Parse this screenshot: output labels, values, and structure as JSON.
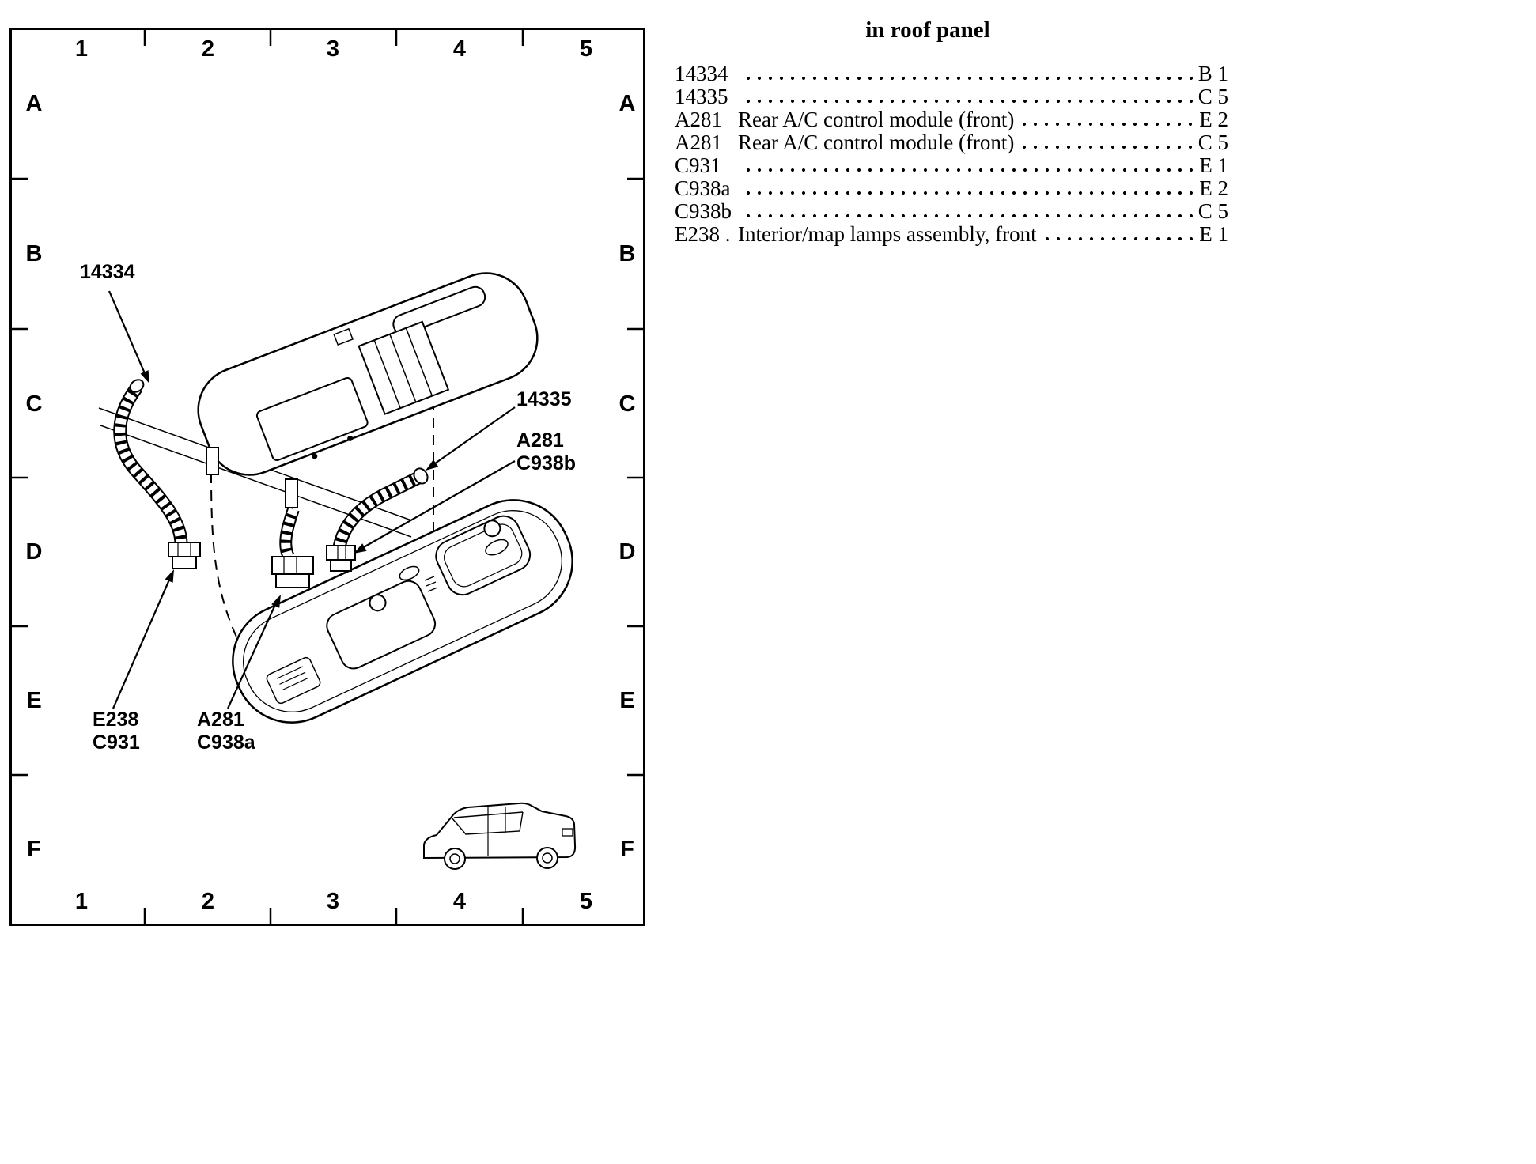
{
  "colors": {
    "ink": "#000000",
    "paper": "#ffffff"
  },
  "grid": {
    "columns": [
      "1",
      "2",
      "3",
      "4",
      "5"
    ],
    "rows": [
      "A",
      "B",
      "C",
      "D",
      "E",
      "F"
    ]
  },
  "callouts": {
    "c14334": "14334",
    "c14335": "14335",
    "a281b": [
      "A281",
      "C938b"
    ],
    "e238": [
      "E238",
      "C931"
    ],
    "a281a": [
      "A281",
      "C938a"
    ]
  },
  "legend": {
    "title": "in roof panel",
    "items": [
      {
        "code": "14334",
        "desc": "",
        "ref": "B 1"
      },
      {
        "code": "14335",
        "desc": "",
        "ref": "C 5"
      },
      {
        "code": "A281",
        "desc": "Rear A/C control module (front)",
        "ref": "E 2"
      },
      {
        "code": "A281",
        "desc": "Rear A/C control module (front)",
        "ref": "C 5"
      },
      {
        "code": "C931",
        "desc": "",
        "ref": "E 1"
      },
      {
        "code": "C938a",
        "desc": "",
        "ref": "E 2"
      },
      {
        "code": "C938b",
        "desc": "",
        "ref": "C 5"
      },
      {
        "code": "E238 .",
        "desc": "Interior/map lamps assembly, front",
        "ref": "E 1"
      }
    ]
  }
}
